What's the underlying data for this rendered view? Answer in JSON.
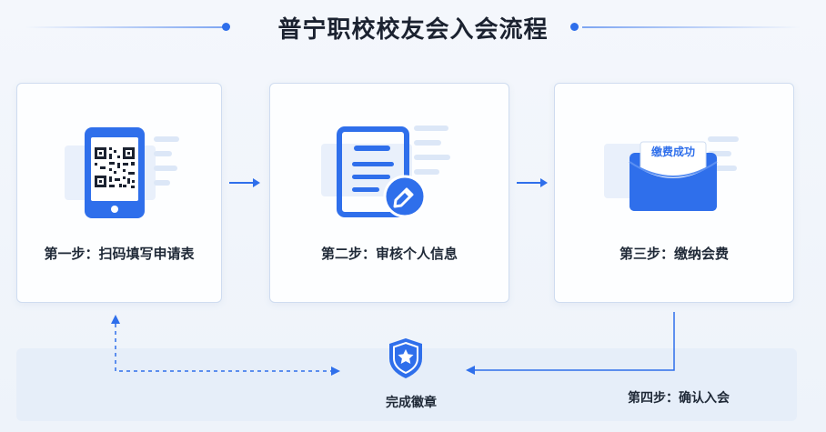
{
  "title": "普宁职校校友会入会流程",
  "colors": {
    "accent": "#2f6feb",
    "card_border": "#cfdcf0",
    "panel": "#e6eef9"
  },
  "steps": [
    {
      "label": "第一步：扫码填写申请表",
      "icon": "qr-phone-icon"
    },
    {
      "label": "第二步：审核个人信息",
      "icon": "document-check-icon"
    },
    {
      "label": "第三步：缴纳会费",
      "icon": "payment-envelope-icon",
      "badge": "缴费成功"
    }
  ],
  "step4": {
    "label": "第四步：确认入会"
  },
  "final": {
    "label": "完成徽章",
    "icon": "star-shield-icon"
  }
}
